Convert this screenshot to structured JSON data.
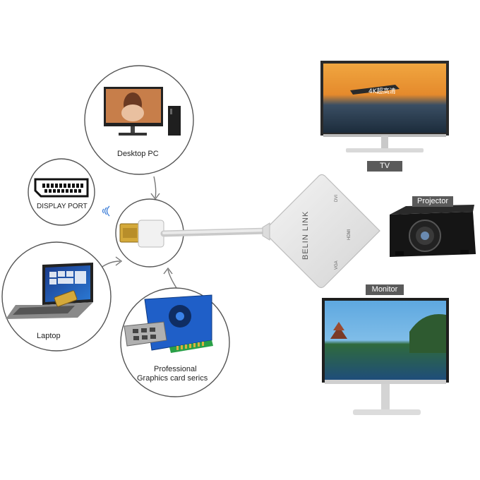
{
  "sources": {
    "desktop": "Desktop PC",
    "display_port": "DISPLAY PORT",
    "laptop": "Laptop",
    "graphics_line1": "Professional",
    "graphics_line2": "Graphics card serics"
  },
  "adapter": {
    "brand": "BELIN LINK",
    "port_top": "DVI",
    "port_mid": "HDMI",
    "port_bottom": "VGA"
  },
  "outputs": {
    "tv_label": "TV",
    "tv_screen_text": "4K超高清",
    "projector_label": "Projector",
    "monitor_label": "Monitor"
  },
  "colors": {
    "tag_bg": "#5a5a5a",
    "adapter_body": "#e6e6e6",
    "cable": "#d8d8d8",
    "dp_plug_gold": "#d4a93a",
    "graphics_card_blue": "#1f5fc8"
  }
}
